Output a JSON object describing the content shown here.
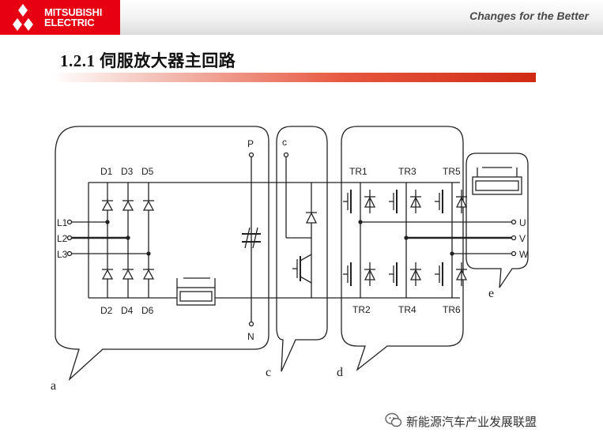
{
  "header": {
    "logo_text_line1": "MITSUBISHI",
    "logo_text_line2": "ELECTRIC",
    "tagline": "Changes for the Better",
    "brand_color": "#e60012"
  },
  "slide": {
    "title": "1.2.1  伺服放大器主回路"
  },
  "diagram": {
    "input_labels": [
      "L1",
      "L2",
      "L3"
    ],
    "diode_top_labels": [
      "D1",
      "D3",
      "D5"
    ],
    "diode_bottom_labels": [
      "D2",
      "D4",
      "D6"
    ],
    "bus_p_label": "P",
    "bus_n_label": "N",
    "c_terminal_label": "c",
    "transistor_top_labels": [
      "TR1",
      "TR3",
      "TR5"
    ],
    "transistor_bottom_labels": [
      "TR2",
      "TR4",
      "TR6"
    ],
    "output_labels": [
      "U",
      "V",
      "W"
    ],
    "callout_labels": [
      "a",
      "c",
      "d",
      "e"
    ]
  },
  "watermark": {
    "text": "新能源汽车产业发展联盟"
  }
}
